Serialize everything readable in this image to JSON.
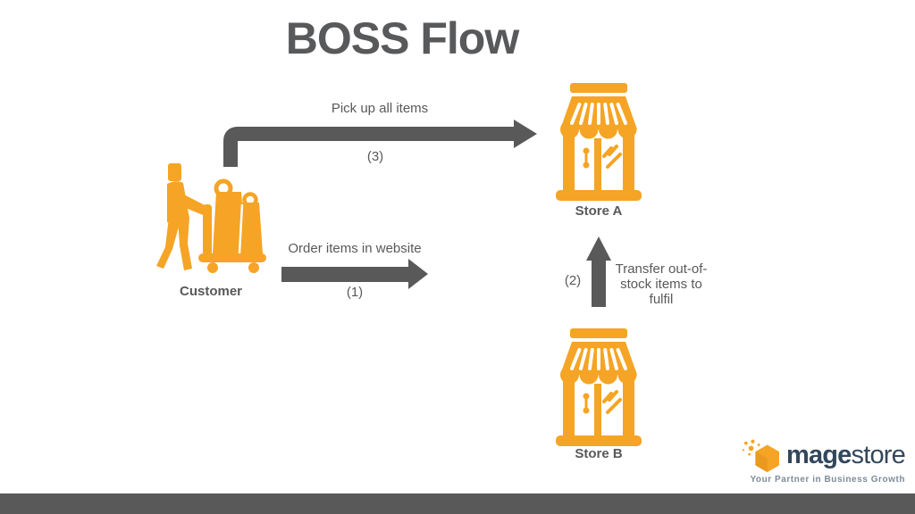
{
  "slide": {
    "title": "BOSS Flow"
  },
  "nodes": {
    "customer": {
      "label": "Customer"
    },
    "store_a": {
      "label": "Store A"
    },
    "store_b": {
      "label": "Store B"
    }
  },
  "flows": [
    {
      "step_number": "(1)",
      "label": "Order items in website",
      "from": "Customer",
      "to": "Store A",
      "direction": "right"
    },
    {
      "step_number": "(2)",
      "label": "Transfer out-of-stock items to fulfil",
      "from": "Store B",
      "to": "Store A",
      "direction": "up"
    },
    {
      "step_number": "(3)",
      "label": "Pick up all items",
      "from": "Customer",
      "to": "Store A",
      "direction": "elbow-right"
    }
  ],
  "logo": {
    "brand_bold": "mage",
    "brand_regular": "store",
    "tagline": "Your Partner in Business Growth"
  },
  "colors": {
    "accent_orange": "#F5A425",
    "arrow_gray": "#595959",
    "title_gray": "#58595B",
    "logo_navy": "#33475B",
    "tagline_gray": "#7D8B99"
  }
}
